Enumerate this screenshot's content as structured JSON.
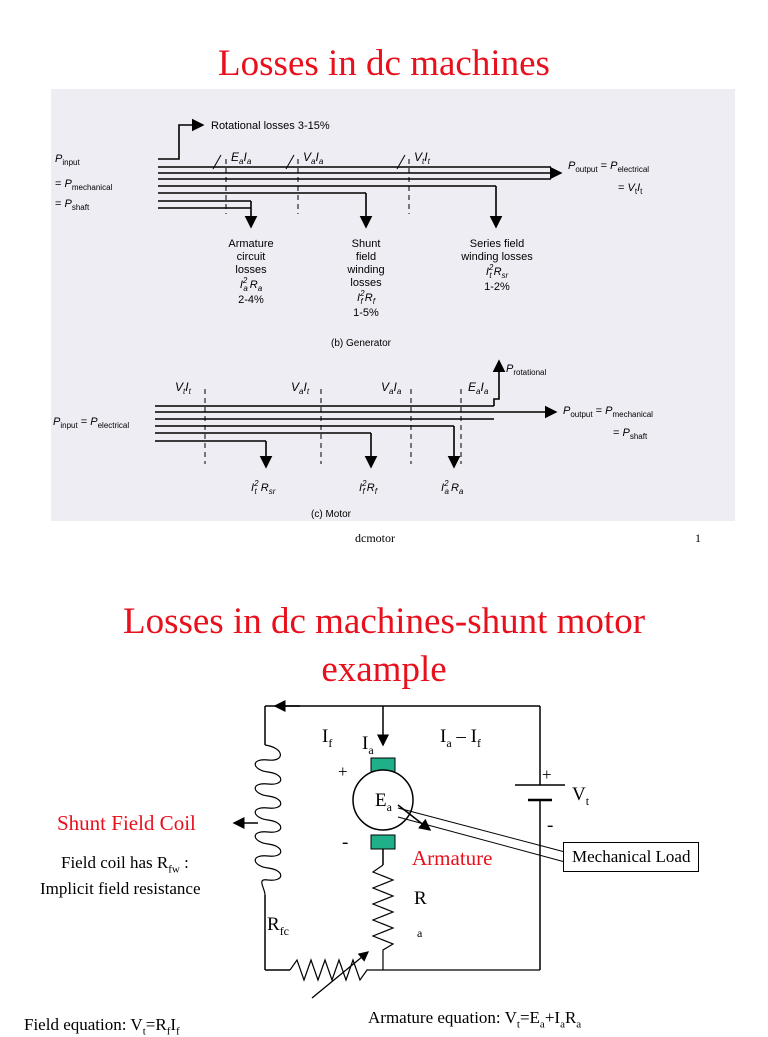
{
  "slide1": {
    "title": "Losses in dc machines",
    "footer_left": "dcmotor",
    "footer_right": "1",
    "generator": {
      "caption": "(b) Generator",
      "rotational": "Rotational losses 3-15%",
      "tap1": "EaIa",
      "tap2": "VaIa",
      "tap3": "VtIt",
      "input_lines": [
        "Pinput",
        "= Pmechanical",
        "= Pshaft"
      ],
      "output_lines": [
        "Poutput = Pelectrical",
        "= VtIt"
      ],
      "loss1": [
        "Armature",
        "circuit",
        "losses",
        "Ia²Ra",
        "2-4%"
      ],
      "loss2": [
        "Shunt",
        "field",
        "winding",
        "losses",
        "If²Rf",
        "1-5%"
      ],
      "loss3": [
        "Series field",
        "winding losses",
        "It²Rsr",
        "1-2%"
      ]
    },
    "motor": {
      "caption": "(c) Motor",
      "tap1": "VtIt",
      "tap2": "VaIt",
      "tap3": "VaIa",
      "tap4": "EaIa",
      "rotational": "Protational",
      "input": "Pinput = Pelectrical",
      "output_lines": [
        "Poutput = Pmechanical",
        "= Pshaft"
      ],
      "loss1": "It² Rsr",
      "loss2": "If²Rf",
      "loss3": "Ia²Ra"
    }
  },
  "slide2": {
    "title_line1": "Losses in dc machines-shunt motor",
    "title_line2": "example",
    "label_if": "If",
    "label_ia": "Ia",
    "label_ia_minus_if": "Ia – If",
    "plus_left": "+",
    "minus_left": "-",
    "label_ea": "Ea",
    "plus_battery": "+",
    "minus_battery": "-",
    "label_vt": "Vt",
    "shunt_field_coil": "Shunt Field Coil",
    "field_note_1": "Field coil has Rfw :",
    "field_note_2": "Implicit field resistance",
    "armature": "Armature",
    "mechanical_load": "Mechanical Load",
    "label_r": "R",
    "label_a": "a",
    "label_rfc": "Rfc",
    "field_equation": "Field equation: Vt=RfIf",
    "armature_equation": "Armature equation: Vt=Ea+IaRa"
  },
  "colors": {
    "title": "#e8101c",
    "figure_bg": "#ededf3",
    "brush": "#1fb08a"
  }
}
